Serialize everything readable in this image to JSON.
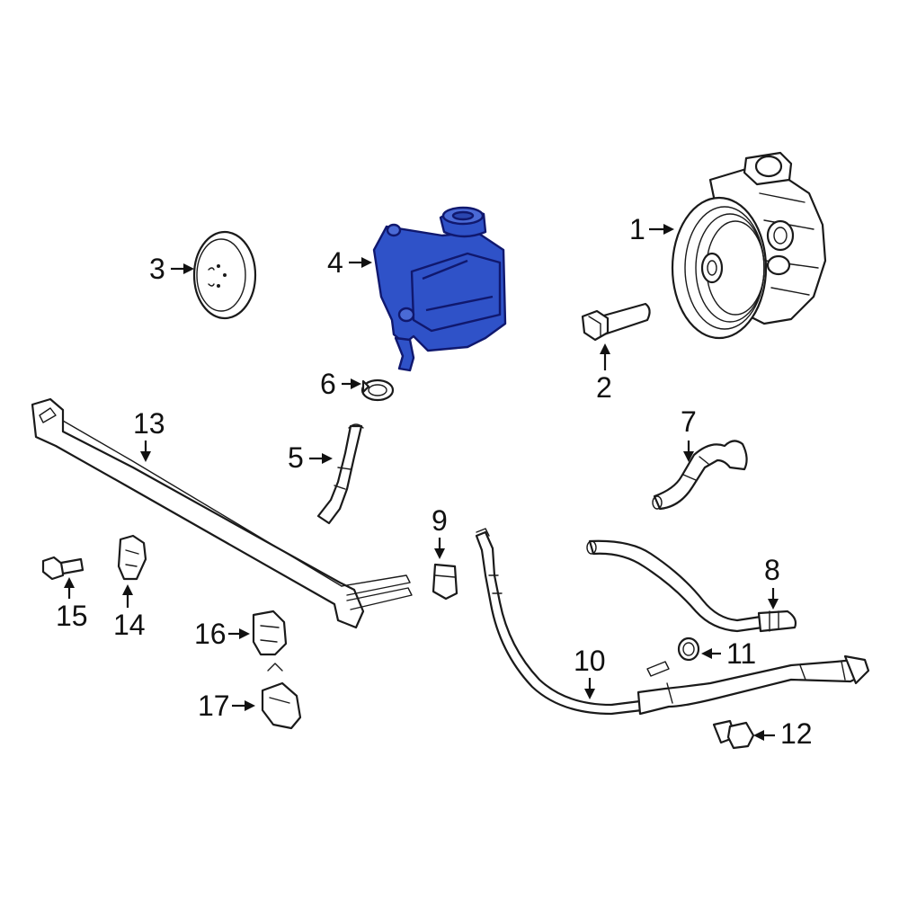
{
  "highlight_color": "#2f52c8",
  "highlight_outline": "#10186e",
  "callouts": {
    "c1": "1",
    "c2": "2",
    "c3": "3",
    "c4": "4",
    "c5": "5",
    "c6": "6",
    "c7": "7",
    "c8": "8",
    "c9": "9",
    "c10": "10",
    "c11": "11",
    "c12": "12",
    "c13": "13",
    "c14": "14",
    "c15": "15",
    "c16": "16",
    "c17": "17"
  }
}
